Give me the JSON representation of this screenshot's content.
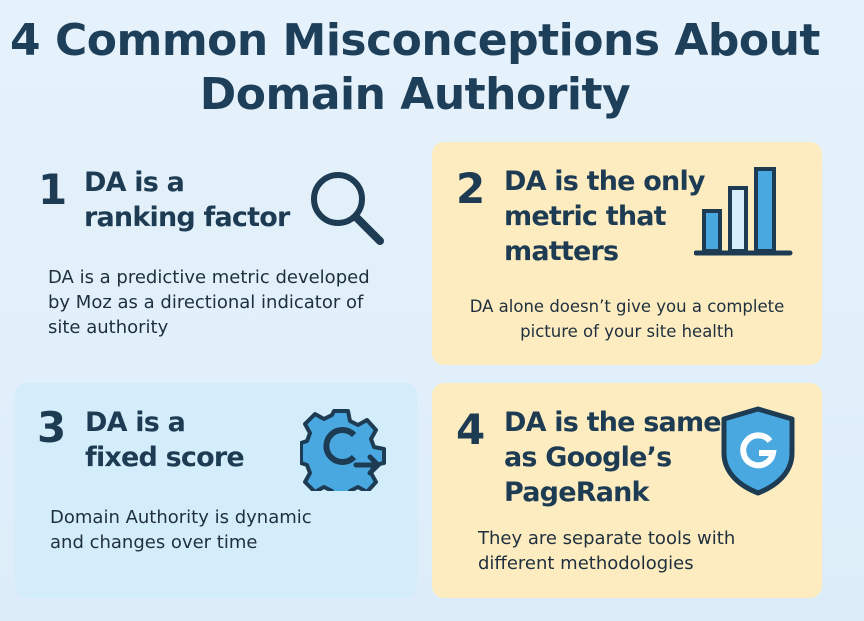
{
  "title": {
    "line1": "4 Common Misconceptions About",
    "line2": "Domain Authority"
  },
  "cards": [
    {
      "number": "1",
      "heading": [
        "DA is a",
        "ranking factor"
      ],
      "description": [
        "DA is a predictive metric developed",
        "by Moz as a directional indicator of",
        "site authority"
      ],
      "icon": "search-icon"
    },
    {
      "number": "2",
      "heading": [
        "DA is the only",
        "metric that",
        "matters"
      ],
      "description": [
        "DA alone doesn’t give you a complete",
        "picture of your site health"
      ],
      "icon": "bar-chart-icon"
    },
    {
      "number": "3",
      "heading": [
        "DA is a",
        "fixed score"
      ],
      "description": [
        "Domain Authority is dynamic",
        "and changes over time"
      ],
      "icon": "gear-refresh-icon"
    },
    {
      "number": "4",
      "heading": [
        "DA is the same",
        "as Google’s",
        "PageRank"
      ],
      "description": [
        "They are separate tools with",
        "different methodologies"
      ],
      "icon": "google-shield-icon"
    }
  ],
  "colors": {
    "text": "#1d3b53",
    "yellow": "#fcecc0",
    "blue": "#d4edfa",
    "accent": "#4aa8e0"
  }
}
